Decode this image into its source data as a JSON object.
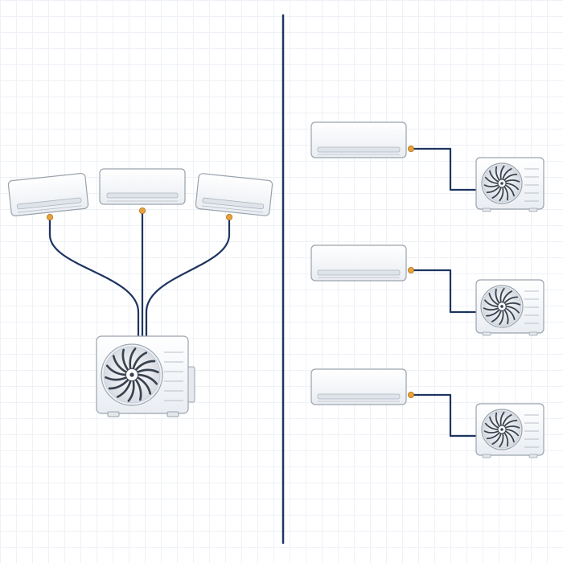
{
  "diagram": {
    "left_panel": {
      "indoor_units": [
        {
          "id": "left-indoor-1"
        },
        {
          "id": "left-indoor-2"
        },
        {
          "id": "left-indoor-3"
        }
      ],
      "outdoor_units": [
        {
          "id": "shared-outdoor"
        }
      ]
    },
    "right_panel": {
      "pairs": [
        {
          "indoor": "right-indoor-1",
          "outdoor": "right-outdoor-1"
        },
        {
          "indoor": "right-indoor-2",
          "outdoor": "right-outdoor-2"
        },
        {
          "indoor": "right-indoor-3",
          "outdoor": "right-outdoor-3"
        }
      ]
    }
  },
  "colors": {
    "pipe": "#1e3560",
    "divider": "#1e3560",
    "port": "#e8a23a",
    "unit_body": "#ffffff",
    "unit_outline": "#9aa3ad",
    "fan_blades": "#3a4250"
  }
}
